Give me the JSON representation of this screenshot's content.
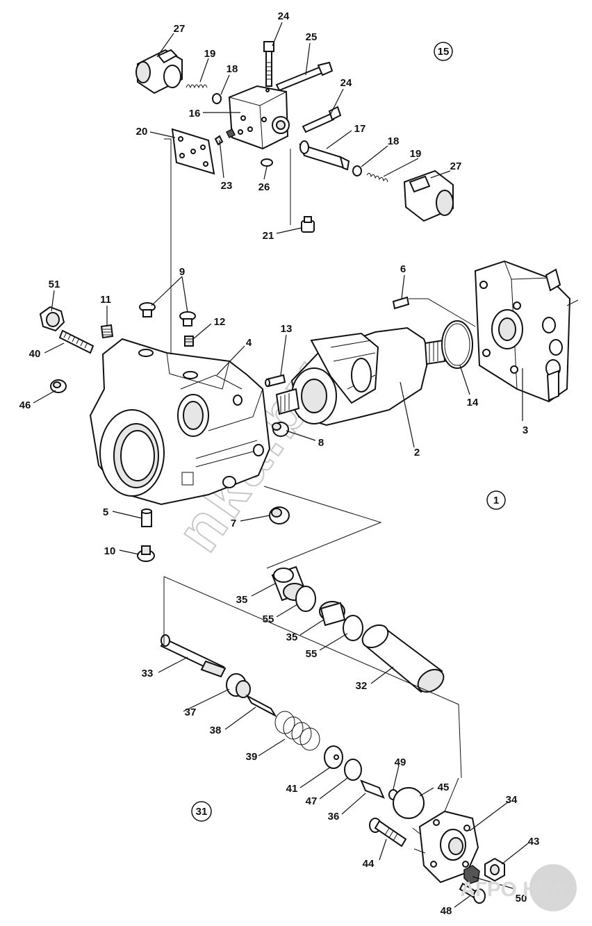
{
  "diagram": {
    "assembly_labels": [
      "15",
      "1",
      "31"
    ],
    "part_labels": {
      "p27a": "27",
      "p24a": "24",
      "p25": "25",
      "p19a": "19",
      "p18a": "18",
      "p16": "16",
      "p24b": "24",
      "p20": "20",
      "p17": "17",
      "p18b": "18",
      "p19b": "19",
      "p27b": "27",
      "p23": "23",
      "p26": "26",
      "p21": "21",
      "p6": "6",
      "p9": "9",
      "p51": "51",
      "p11": "11",
      "p12": "12",
      "p13": "13",
      "p40": "40",
      "p4": "4",
      "p14": "14",
      "p3": "3",
      "p46": "46",
      "p8": "8",
      "p2": "2",
      "p5": "5",
      "p7": "7",
      "p10": "10",
      "p35a": "35",
      "p55a": "55",
      "p35b": "35",
      "p55b": "55",
      "p33": "33",
      "p32": "32",
      "p37": "37",
      "p38": "38",
      "p39": "39",
      "p49": "49",
      "p45": "45",
      "p41": "41",
      "p47": "47",
      "p36": "36",
      "p34": "34",
      "p43": "43",
      "p44": "44",
      "p50": "50",
      "p48": "48"
    }
  },
  "watermark": "nka.by",
  "logo": {
    "text": "АГРО НКА"
  }
}
